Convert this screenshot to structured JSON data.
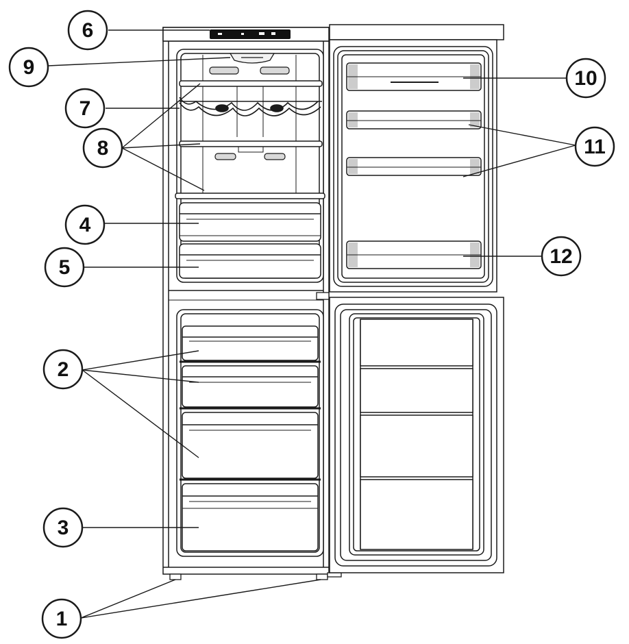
{
  "figure": {
    "colors": {
      "line": "#1a1a1a",
      "fill": "#ffffff",
      "shade": "#e6e6e6",
      "display": "#111111"
    },
    "callouts": [
      {
        "id": "c1",
        "label": "1"
      },
      {
        "id": "c2",
        "label": "2"
      },
      {
        "id": "c3",
        "label": "3"
      },
      {
        "id": "c4",
        "label": "4"
      },
      {
        "id": "c5",
        "label": "5"
      },
      {
        "id": "c6",
        "label": "6"
      },
      {
        "id": "c7",
        "label": "7"
      },
      {
        "id": "c8",
        "label": "8"
      },
      {
        "id": "c9",
        "label": "9"
      },
      {
        "id": "c10",
        "label": "10"
      },
      {
        "id": "c11",
        "label": "11"
      },
      {
        "id": "c12",
        "label": "12"
      }
    ]
  }
}
